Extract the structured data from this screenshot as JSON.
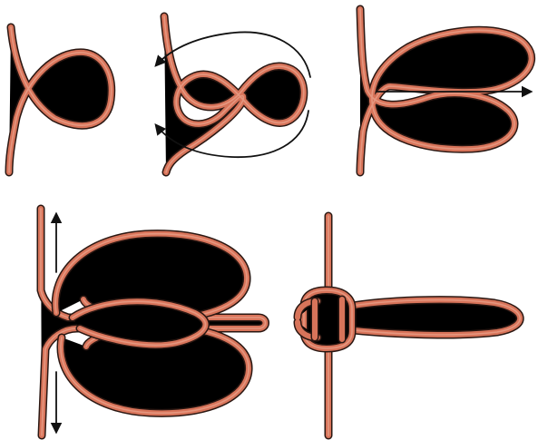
{
  "figure": {
    "panels": [
      {
        "id": "step-1",
        "arrows": []
      },
      {
        "id": "step-2",
        "arrows": [
          "curved-arrow-top",
          "curved-arrow-bottom"
        ]
      },
      {
        "id": "step-3",
        "arrows": [
          "straight-arrow-right"
        ]
      },
      {
        "id": "step-4",
        "arrows": [
          "arrow-up",
          "arrow-down"
        ]
      },
      {
        "id": "step-5",
        "arrows": []
      }
    ],
    "colors": {
      "rope_fill": "#d8745a",
      "rope_outline": "#2a1712",
      "rope_highlight": "#e9a08a",
      "arrow": "#111111",
      "background": "#ffffff"
    }
  }
}
